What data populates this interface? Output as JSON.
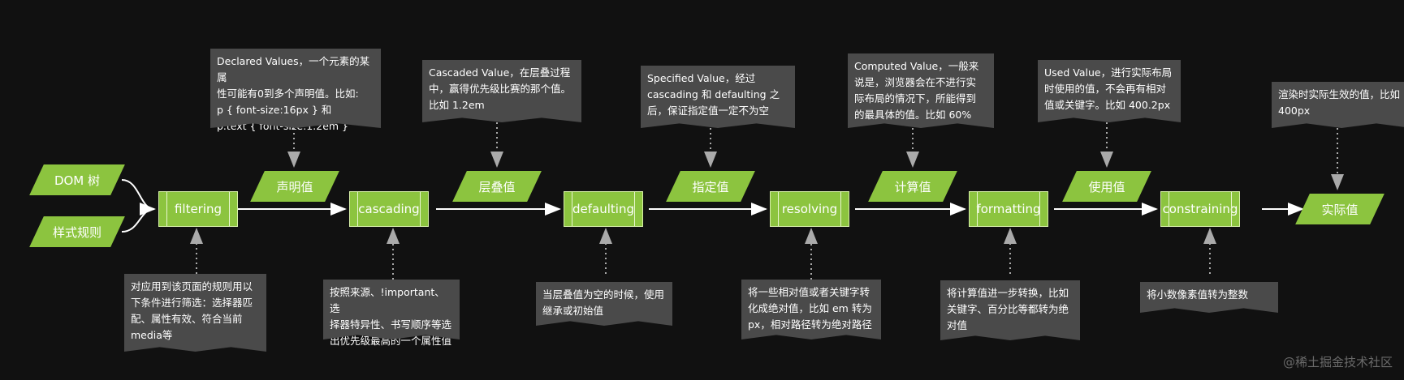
{
  "inputs": [
    "DOM 树",
    "样式规则"
  ],
  "processes": [
    "filtering",
    "cascading",
    "defaulting",
    "resolving",
    "formatting",
    "constraining"
  ],
  "values": [
    "声明值",
    "层叠值",
    "指定值",
    "计算值",
    "使用值",
    "实际值"
  ],
  "top_notes": [
    "Declared Values，一个元素的某属\n性可能有0到多个声明值。比如:\np { font-size:16px } 和\np.text { font-size:1.2em }",
    "Cascaded Value，在层叠过程\n中，赢得优先级比赛的那个值。\n比如 1.2em",
    "Specified Value，经过\ncascading 和 defaulting 之\n后，保证指定值一定不为空",
    "Computed Value，一般来\n说是，浏览器会在不进行实\n际布局的情况下，所能得到\n的最具体的值。比如 60%",
    "Used Value，进行实际布局\n时使用的值，不会再有相对\n值或关键字。比如 400.2px",
    "渲染时实际生效的值，比如\n400px"
  ],
  "bottom_notes": [
    "对应用到该页面的规则用以\n下条件进行筛选：选择器匹\n配、属性有效、符合当前\nmedia等",
    "按照来源、!important、选\n择器特异性、书写顺序等选\n出优先级最高的一个属性值",
    "当层叠值为空的时候，使用\n继承或初始值",
    "将一些相对值或者关键字转\n化成绝对值，比如 em 转为\npx，相对路径转为绝对路径",
    "将计算值进一步转换，比如\n关键字、百分比等都转为绝\n对值",
    "将小数像素值转为整数"
  ],
  "watermark": "@稀土掘金技术社区",
  "colors": {
    "background": "#111111",
    "node_fill": "#8cc43f",
    "note_fill": "#4a4a4a",
    "line": "#ffffff",
    "dotted": "#aaaaaa"
  }
}
